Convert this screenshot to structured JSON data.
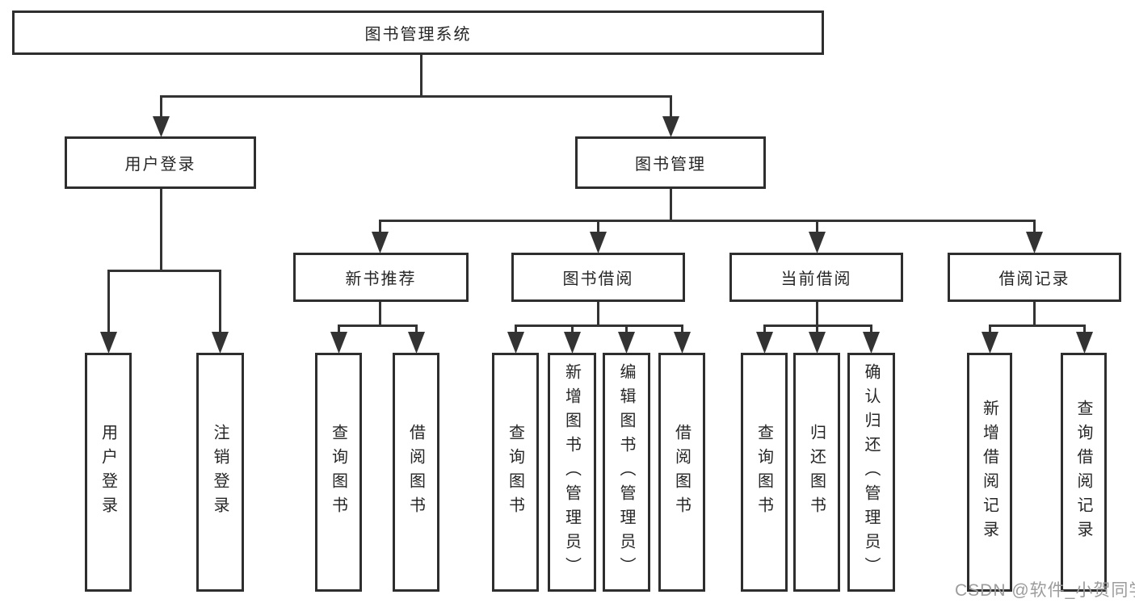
{
  "tree": {
    "root": {
      "label": "图书管理系统"
    },
    "level1": [
      {
        "label": "用户登录",
        "children": [
          {
            "label": "用户登录"
          },
          {
            "label": "注销登录"
          }
        ]
      },
      {
        "label": "图书管理",
        "children": [
          {
            "label": "新书推荐",
            "children": [
              {
                "label": "查询图书"
              },
              {
                "label": "借阅图书"
              }
            ]
          },
          {
            "label": "图书借阅",
            "children": [
              {
                "label": "查询图书"
              },
              {
                "label": "新增图书（管理员）"
              },
              {
                "label": "编辑图书（管理员）"
              },
              {
                "label": "借阅图书"
              }
            ]
          },
          {
            "label": "当前借阅",
            "children": [
              {
                "label": "查询图书"
              },
              {
                "label": "归还图书"
              },
              {
                "label": "确认归还（管理员）"
              }
            ]
          },
          {
            "label": "借阅记录",
            "children": [
              {
                "label": "新增借阅记录"
              },
              {
                "label": "查询借阅记录"
              }
            ]
          }
        ]
      }
    ]
  },
  "watermark": {
    "text": "CSDN @软件_小贺同学"
  },
  "colors": {
    "line": "#333333",
    "box_border": "#2e2e2e",
    "text": "#262626",
    "watermark": "#9c9c9c",
    "background": "#ffffff"
  }
}
